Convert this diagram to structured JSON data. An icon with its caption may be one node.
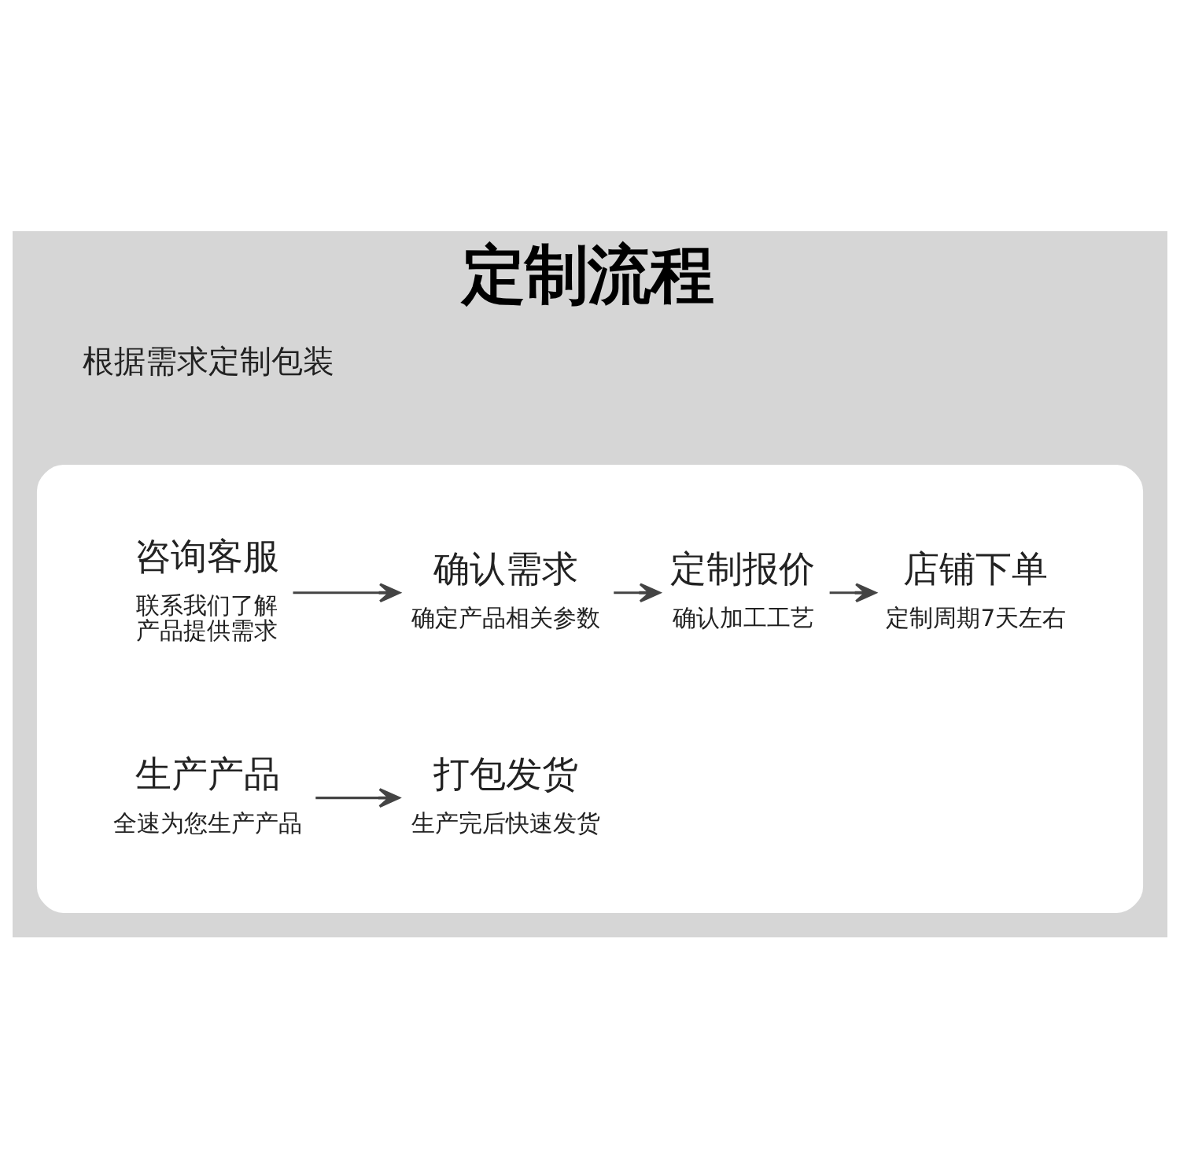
{
  "diagram": {
    "title": "定制流程",
    "nodes": [
      {
        "text": [],
        "shape": "box"
      },
      {
        "text": [
          "咨询客服",
          "联系我们了解产品提供需求"
        ],
        "in": 0
      },
      {
        "text": [
          "确认需求",
          "确定产品相关参数"
        ],
        "in": 0
      },
      {
        "text": [
          "定制报价",
          "确认加工工艺"
        ],
        "in": 0
      },
      {
        "text": [
          "店铺下单",
          "定制周期7天左右"
        ],
        "in": 0
      },
      {
        "text": [
          "生产产品",
          "全速为您生产产品"
        ],
        "in": 0
      },
      {
        "text": [
          "打包发货",
          "生产完后快速发货"
        ],
        "in": 0
      }
    ],
    "edges": [
      {
        "from": 1,
        "to": 2,
        "arrow": "to"
      },
      {
        "from": 2,
        "to": 3,
        "arrow": "to"
      },
      {
        "from": 3,
        "to": 4,
        "arrow": "to"
      },
      {
        "from": 5,
        "to": 6,
        "arrow": "to"
      }
    ],
    "labels": [
      "根据需求定制包装"
    ]
  }
}
